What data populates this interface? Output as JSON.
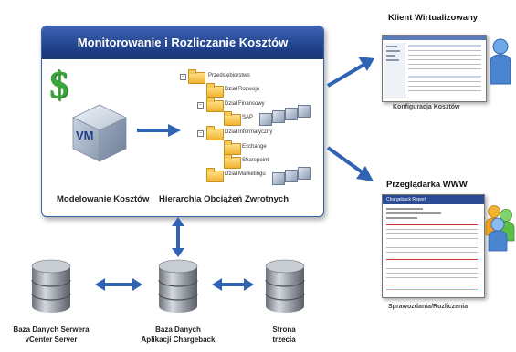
{
  "main": {
    "title": "Monitorowanie i Rozliczanie Kosztów",
    "cost_modeling_label": "Modelowanie Kosztów",
    "chargeback_hierarchy_label": "Hierarchia Obciążeń Zwrotnych",
    "dollar_symbol": "$",
    "vm_label": "VM"
  },
  "tree": {
    "items": [
      {
        "label": "Przedsiębiorstwo"
      },
      {
        "label": "Dział Rozwoju"
      },
      {
        "label": "Dział Finansowy"
      },
      {
        "label": "SAP"
      },
      {
        "label": "Dział Informatyczny"
      },
      {
        "label": "Exchange"
      },
      {
        "label": "Sharepoint"
      },
      {
        "label": "Dział Marketingu"
      }
    ]
  },
  "right": {
    "virtual_client_title": "Klient Wirtualizowany",
    "cost_config_caption": "Konfiguracja Kosztów",
    "web_browser_title": "Przeglądarka WWW",
    "reports_caption": "Sprawozdania/Rozliczenia",
    "report_header": "Chargeback Report"
  },
  "databases": [
    {
      "line1": "Baza Danych Serwera",
      "line2": "vCenter Server"
    },
    {
      "line1": "Baza Danych",
      "line2": "Aplikacji Chargeback"
    },
    {
      "line1": "Strona",
      "line2": "trzecia"
    }
  ],
  "colors": {
    "header_blue": "#1f3f86",
    "arrow_blue": "#2f63b3",
    "dollar_green": "#3aa53a",
    "folder_yellow": "#f0b332"
  }
}
